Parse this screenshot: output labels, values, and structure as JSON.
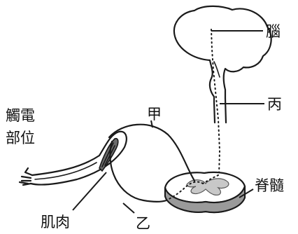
{
  "labels": {
    "brain": "腦",
    "bing": "丙",
    "spinal_cord": "脊髓",
    "jia": "甲",
    "yi": "乙",
    "muscle": "肌肉",
    "electrode_line1": "觸電",
    "electrode_line2": "部位"
  }
}
